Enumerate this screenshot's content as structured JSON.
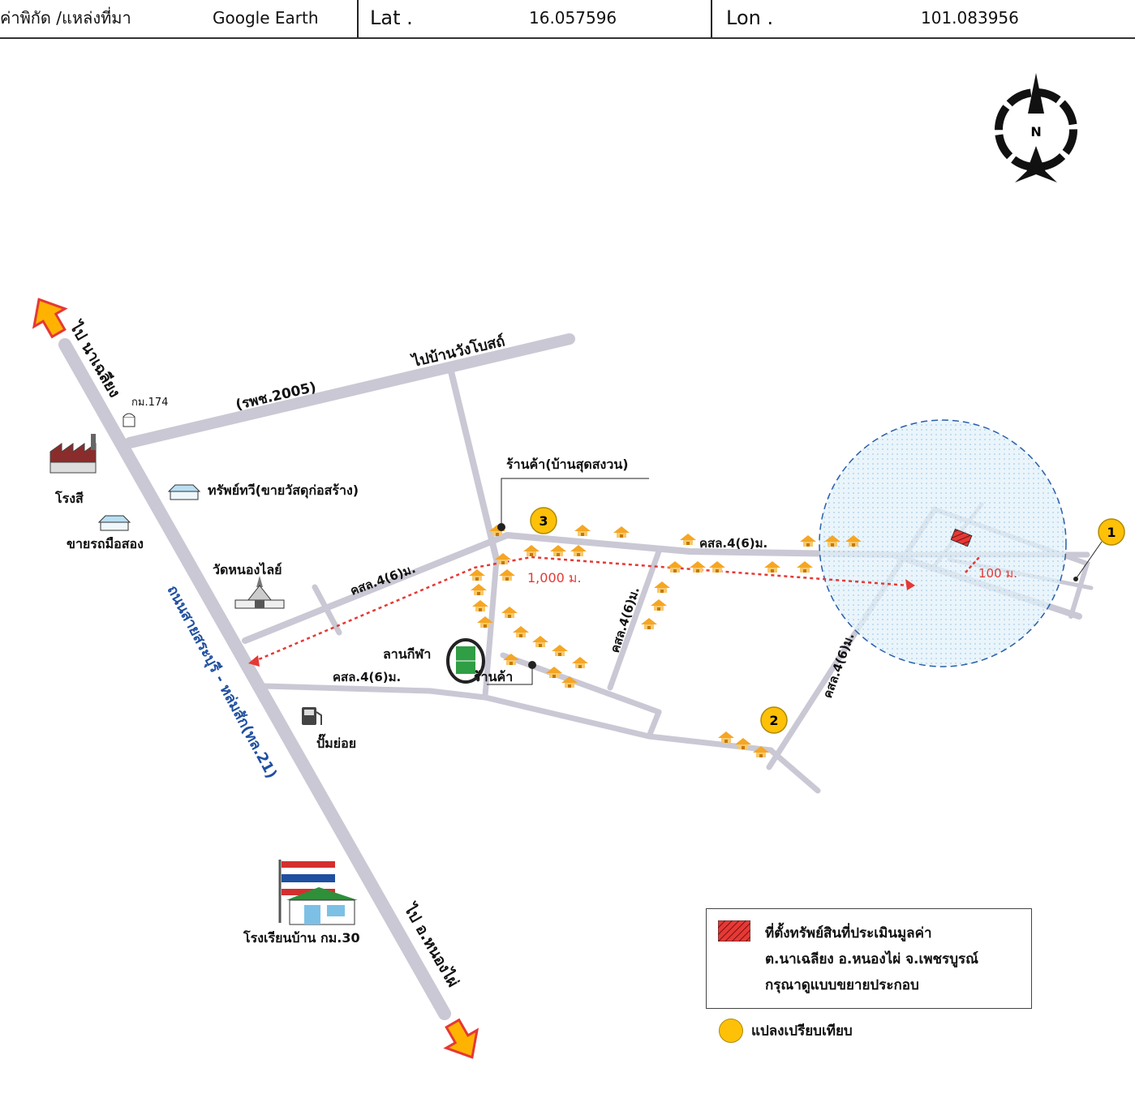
{
  "header": {
    "source_label": "ค่าพิกัด /แหล่งที่มา",
    "source_value": "Google Earth",
    "lat_label": "Lat .",
    "lat_value": "16.057596",
    "lon_label": "Lon .",
    "lon_value": "101.083956"
  },
  "compass": {
    "label": "N"
  },
  "labels": {
    "to_na_chaliang": "ไป นาเฉลียง",
    "to_nong_phai": "ไป อ.หนองไผ่",
    "to_ban_wang_bot": "ไปบ้านวังโบสถ์",
    "rural_road": "(รพช.2005)",
    "km174": "กม.174",
    "paint_factory": "โรงสี",
    "used_cars": "ขายรถมือสอง",
    "construction_store": "ทรัพย์ทวี(ขายวัสดุก่อสร้าง)",
    "temple": "วัดหนองไลย์",
    "highway": "ถนนสายสระบุรี - หล่มสัก(ทล.21)",
    "shop_top": "ร้านค้า(บ้านสุดสงวน)",
    "shop_center": "ร้านค้า",
    "sports_field": "ลานกีฬา",
    "gas_pump": "ปั๊มย่อย",
    "school": "โรงเรียนบ้าน กม.30",
    "road_a": "คสล.4(6)ม.",
    "road_b": "คสล.4(6)ม.",
    "road_c": "คสล.4(6)ม.",
    "road_d": "คสล.4(6)ม.",
    "road_e": "คสล.4(6)ม.",
    "distance_1000": "1,000 ม.",
    "distance_100": "100 ม."
  },
  "markers": [
    {
      "id": "1"
    },
    {
      "id": "2"
    },
    {
      "id": "3"
    }
  ],
  "legend": {
    "property_line1": "ที่ตั้งทรัพย์สินที่ประเมินมูลค่า",
    "property_line2": "ต.นาเฉลียง อ.หนองไผ่ จ.เพชรบูรณ์",
    "property_line3": "กรุณาดูแบบขยายประกอบ",
    "comparable": "แปลงเปรียบเทียบ"
  },
  "colors": {
    "road": "#c9c8d4",
    "road_edge": "#b3b2c2",
    "arrow_orange": "#ffb300",
    "arrow_edge": "#e53935",
    "house": "#f5a623",
    "distance_line": "#e53935",
    "radius_fill": "#cfe8f7",
    "radius_edge": "#2a5fa8",
    "marker": "#ffc107",
    "highway_text": "#1f4fa0",
    "property": "#d32f2f"
  }
}
